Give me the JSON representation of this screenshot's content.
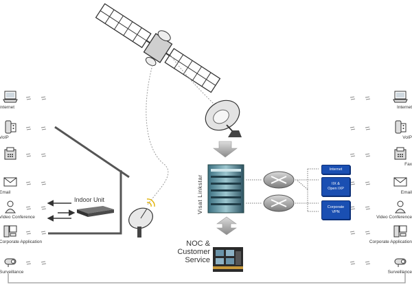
{
  "left_services": [
    {
      "label": "Internet",
      "icon": "laptop-icon"
    },
    {
      "label": "VoIP",
      "icon": "phone-icon"
    },
    {
      "label": "",
      "icon": "fax-icon"
    },
    {
      "label": "Email",
      "icon": "envelope-icon"
    },
    {
      "label": "Video Conference",
      "icon": "person-icon"
    },
    {
      "label": "Corporate Application",
      "icon": "computer-icon"
    },
    {
      "label": "Surveillance",
      "icon": "camera-icon"
    }
  ],
  "right_services": [
    {
      "label": "Internet",
      "icon": "laptop-icon"
    },
    {
      "label": "VoIP",
      "icon": "phone-icon"
    },
    {
      "label": "Fax",
      "icon": "fax-icon"
    },
    {
      "label": "Email",
      "icon": "envelope-icon"
    },
    {
      "label": "Video Conference",
      "icon": "person-icon"
    },
    {
      "label": "Corporate Application",
      "icon": "computer-icon"
    },
    {
      "label": "Surveillance",
      "icon": "camera-icon"
    }
  ],
  "indoor_unit": {
    "label": "Indoor Unit"
  },
  "hub": {
    "label": "Visat Linkstar"
  },
  "noc": {
    "line1": "NOC &",
    "line2": "Customer",
    "line3": "Service"
  },
  "service_boxes": [
    {
      "label": "Internet"
    },
    {
      "label": "IIX &",
      "label2": "Open IXP"
    },
    {
      "label": "Corporate",
      "label2": "VPN"
    }
  ],
  "colors": {
    "box_blue": "#1a4fb2",
    "line_gray": "#888888",
    "arrow_dark": "#333333"
  }
}
